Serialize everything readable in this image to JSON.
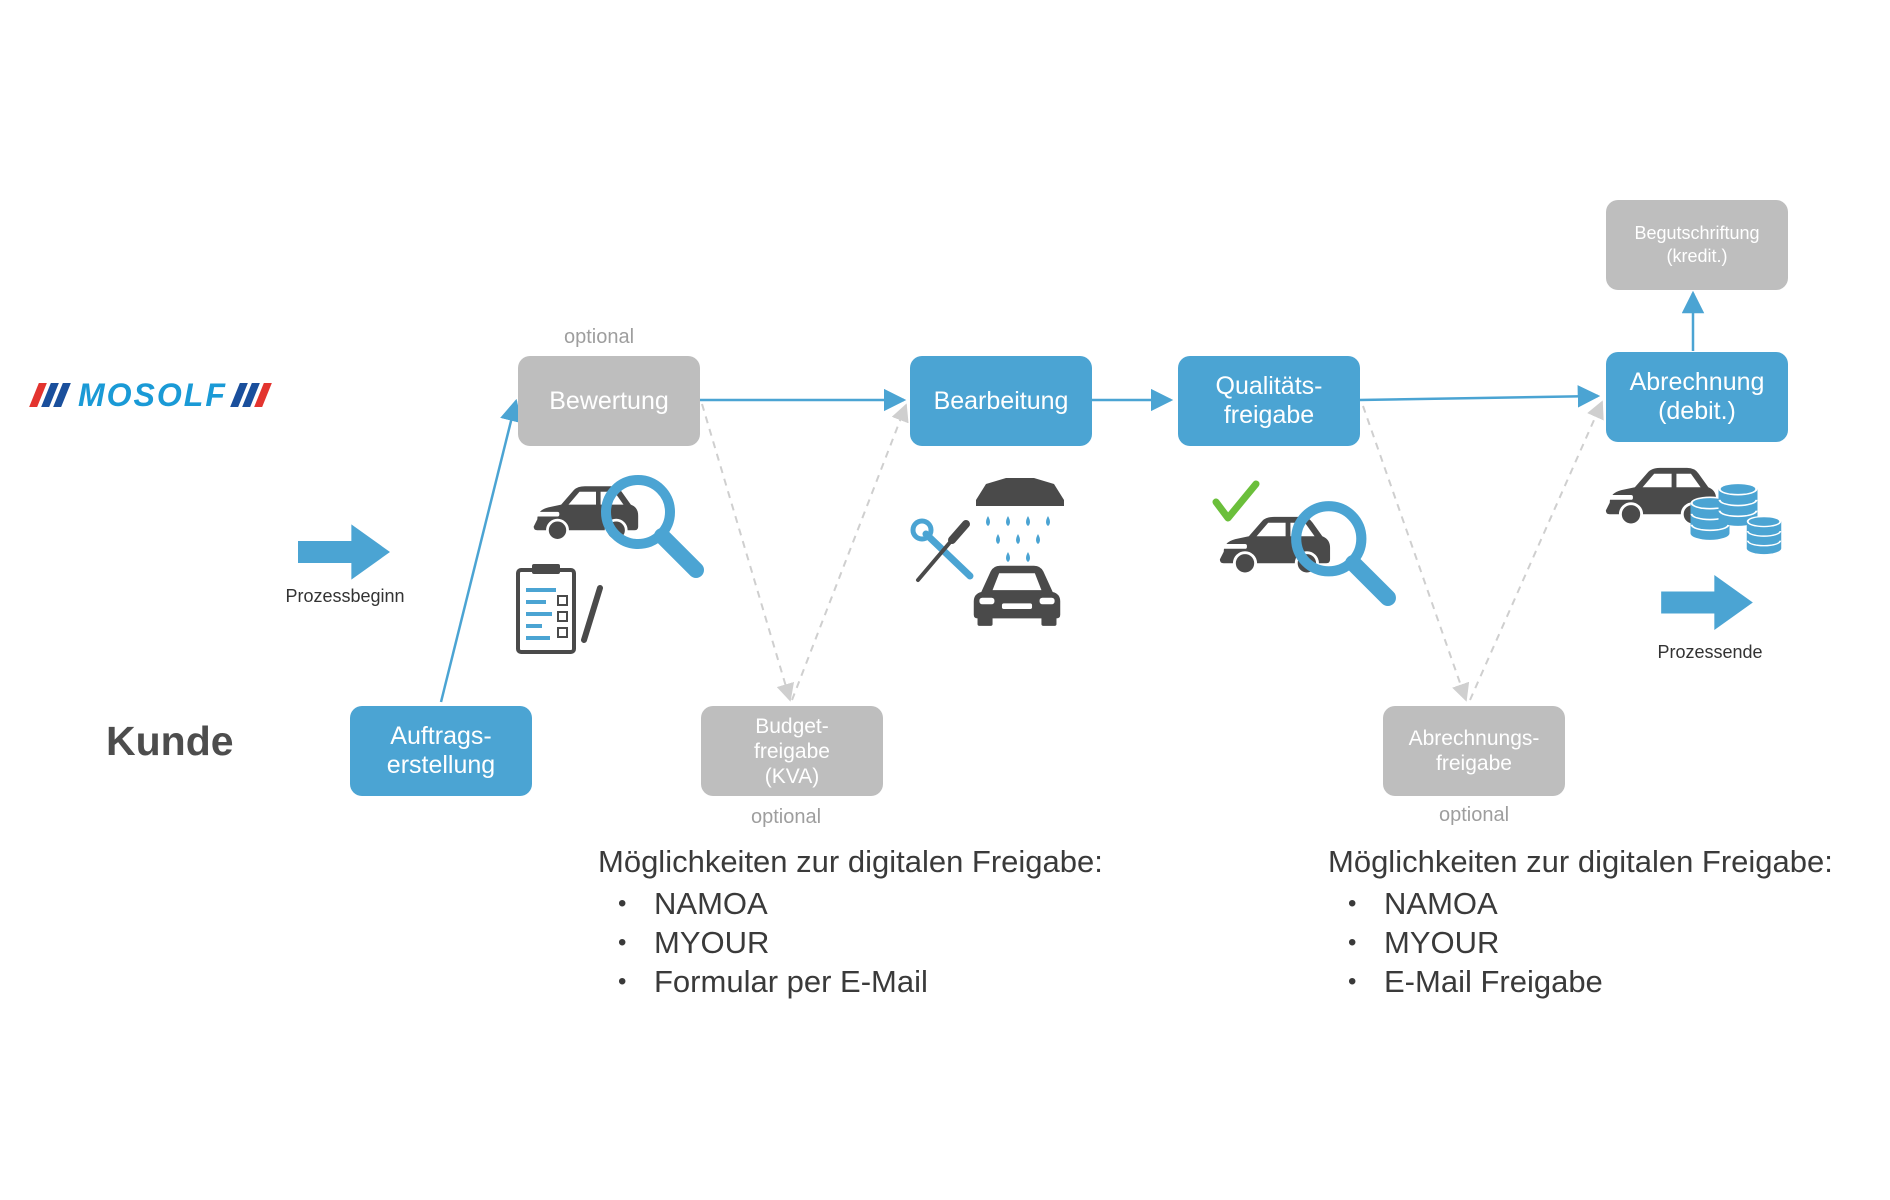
{
  "logo": {
    "text": "MOSOLF",
    "left_bar_colors": [
      "#e3342f",
      "#1a4f9c",
      "#1a4f9c"
    ],
    "right_bar_colors": [
      "#1a4f9c",
      "#1a4f9c",
      "#e3342f"
    ],
    "text_color": "#1a9ad6"
  },
  "kunde_label": "Kunde",
  "process_start_label": "Prozessbeginn",
  "process_end_label": "Prozessende",
  "boxes": {
    "auftragserstellung": "Auftrags-\nerstellung",
    "bewertung": "Bewertung",
    "budgetfreigabe": "Budget-\nfreigabe\n(KVA)",
    "bearbeitung": "Bearbeitung",
    "qualitaetsfreigabe": "Qualitäts-\nfreigabe",
    "abrechnungsfreigabe": "Abrechnungs-\nfreigabe",
    "abrechnung": "Abrechnung\n(debit.)",
    "begutschriftung": "Begutschriftung\n(kredit.)"
  },
  "optional_tags": {
    "bewertung": "optional",
    "budget": "optional",
    "abrechnungsfreigabe": "optional"
  },
  "options_left": {
    "heading": "Möglichkeiten zur digitalen Freigabe:",
    "items": [
      "NAMOA",
      "MYOUR",
      "Formular per E-Mail"
    ]
  },
  "options_right": {
    "heading": "Möglichkeiten zur digitalen Freigabe:",
    "items": [
      "NAMOA",
      "MYOUR",
      "E-Mail Freigabe"
    ]
  },
  "bullet": "•",
  "colors": {
    "process_blue": "#4ba4d3",
    "optional_gray": "#bebebe",
    "icon_dark": "#4a4a4a",
    "check_green": "#6bbf3b"
  },
  "icons": [
    "car-icon",
    "magnifier-icon",
    "clipboard-icon",
    "shower-icon",
    "wrench-icon",
    "screwdriver-icon",
    "checkmark-icon",
    "coins-icon",
    "arrow-right-icon"
  ]
}
